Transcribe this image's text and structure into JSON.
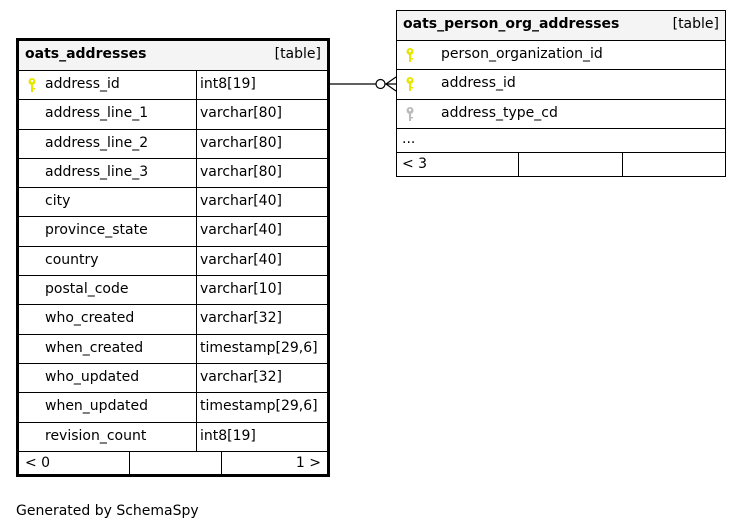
{
  "caption": "Generated by SchemaSpy",
  "colors": {
    "primary_key": "#e6e600",
    "foreign_key": "#bbbbbb",
    "header_bg": "#f4f4f4"
  },
  "tables": {
    "addresses": {
      "name": "oats_addresses",
      "kind": "[table]",
      "columns": [
        {
          "name": "address_id",
          "type": "int8[19]",
          "key": "key-icon"
        },
        {
          "name": "address_line_1",
          "type": "varchar[80]"
        },
        {
          "name": "address_line_2",
          "type": "varchar[80]"
        },
        {
          "name": "address_line_3",
          "type": "varchar[80]"
        },
        {
          "name": "city",
          "type": "varchar[40]"
        },
        {
          "name": "province_state",
          "type": "varchar[40]"
        },
        {
          "name": "country",
          "type": "varchar[40]"
        },
        {
          "name": "postal_code",
          "type": "varchar[10]"
        },
        {
          "name": "who_created",
          "type": "varchar[32]"
        },
        {
          "name": "when_created",
          "type": "timestamp[29,6]"
        },
        {
          "name": "who_updated",
          "type": "varchar[32]"
        },
        {
          "name": "when_updated",
          "type": "timestamp[29,6]"
        },
        {
          "name": "revision_count",
          "type": "int8[19]"
        }
      ],
      "footer_left": "< 0",
      "footer_right": "1 >"
    },
    "person_org_addresses": {
      "name": "oats_person_org_addresses",
      "kind": "[table]",
      "columns": [
        {
          "name": "person_organization_id",
          "key": "key-icon"
        },
        {
          "name": "address_id",
          "key": "key-icon"
        },
        {
          "name": "address_type_cd",
          "key": "foreign-key-icon"
        }
      ],
      "ellipsis": "...",
      "footer_left": "< 3"
    }
  }
}
